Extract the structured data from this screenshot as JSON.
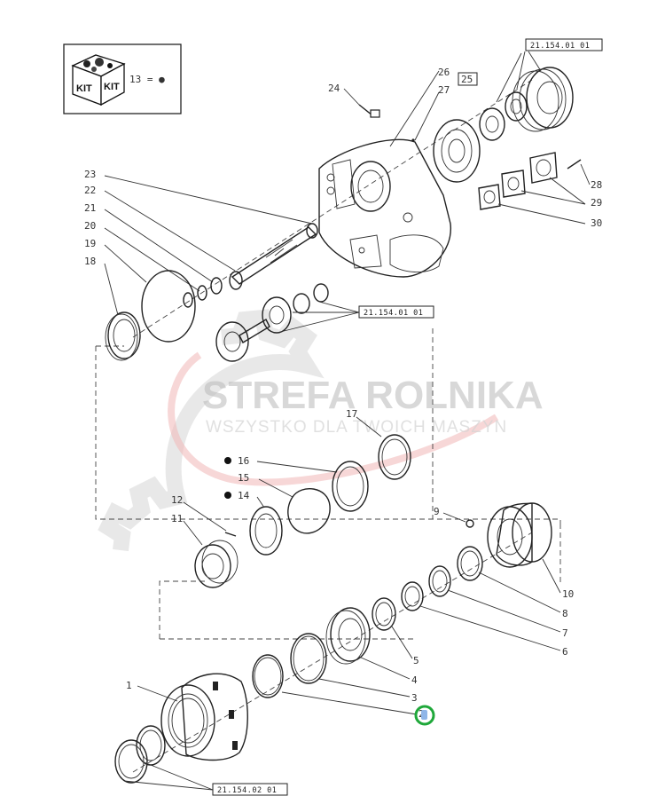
{
  "kit": {
    "label_1": "KIT",
    "label_2": "KIT",
    "note": "13 = ●"
  },
  "watermark": {
    "brand": "STREFA ROLNIKA",
    "tagline": "WSZYSTKO DLA TWOICH MASZYN"
  },
  "references": {
    "top": "21.154.01 01",
    "middle": "21.154.01 01",
    "bottom": "21.154.02 01",
    "boxed_part": "25"
  },
  "callouts": [
    "1",
    "2",
    "3",
    "4",
    "5",
    "6",
    "7",
    "8",
    "9",
    "10",
    "11",
    "12",
    "14",
    "15",
    "16",
    "17",
    "18",
    "19",
    "20",
    "21",
    "22",
    "23",
    "24",
    "26",
    "27",
    "28",
    "29",
    "30"
  ],
  "highlight": {
    "color": "#1fa83a",
    "ring_target": "callout-2"
  }
}
